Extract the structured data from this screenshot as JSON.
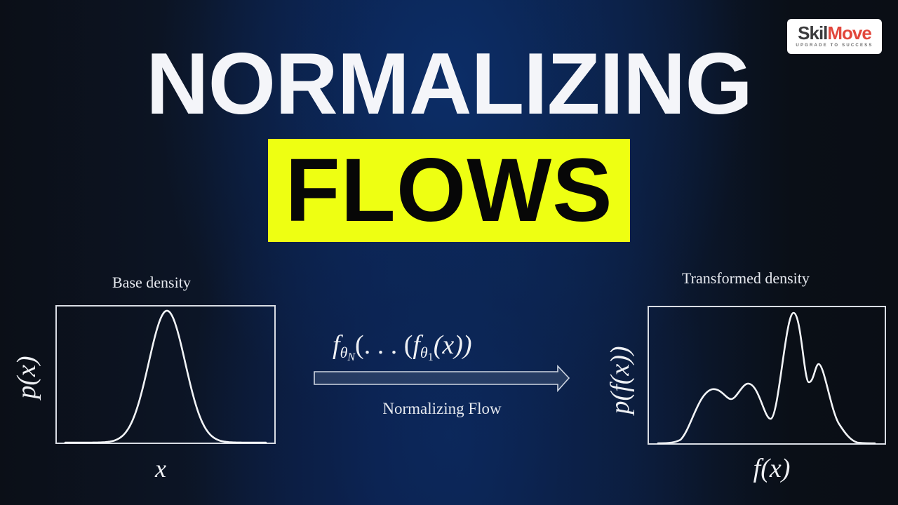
{
  "title": {
    "line1": "NORMALIZING",
    "line2": "FLOWS",
    "line2_highlight_color": "#eeff12",
    "line1_color": "#f4f5f9",
    "line2_color": "#070707"
  },
  "logo": {
    "brand_part1": "Skil",
    "brand_part2": "Move",
    "tagline": "UPGRADE TO SUCCESS",
    "part1_color": "#3b3b3d",
    "part2_color": "#e2473c"
  },
  "diagram": {
    "transform_formula": "f_{θ_N}(…(f_{θ_1}(x))",
    "formula_display": {
      "f": "f",
      "sub_N": "θ",
      "sub_N_sub": "N",
      "mid": "(. . . (",
      "f2": "f",
      "sub_1": "θ",
      "sub_1_sub": "1",
      "tail": "(x))"
    },
    "arrow_label": "Normalizing Flow",
    "arrow_direction": "right"
  },
  "chart_data": [
    {
      "type": "line",
      "title": "Base density",
      "xlabel": "x",
      "ylabel": "p(x)",
      "grid": false,
      "legend": null,
      "description": "Unimodal Gaussian bell curve centered in the plot",
      "x": [
        -4,
        -3,
        -2,
        -1.5,
        -1,
        -0.5,
        0,
        0.5,
        1,
        1.5,
        2,
        3,
        4
      ],
      "values": [
        0.0003,
        0.011,
        0.135,
        0.325,
        0.607,
        0.882,
        1.0,
        0.882,
        0.607,
        0.325,
        0.135,
        0.011,
        0.0003
      ],
      "ylim": [
        0,
        1.05
      ]
    },
    {
      "type": "line",
      "title": "Transformed density",
      "xlabel": "f(x)",
      "ylabel": "p(f(x))",
      "grid": false,
      "legend": null,
      "description": "Multimodal density with four peaks; tallest peak right of center",
      "x": [
        0.0,
        0.1,
        0.24,
        0.32,
        0.4,
        0.5,
        0.6,
        0.67,
        0.71,
        0.8,
        0.88,
        1.0
      ],
      "values": [
        0.0,
        0.01,
        0.41,
        0.34,
        0.45,
        0.19,
        1.0,
        0.47,
        0.6,
        0.16,
        0.01,
        0.0
      ],
      "peaks": [
        {
          "x": 0.24,
          "y": 0.41
        },
        {
          "x": 0.4,
          "y": 0.45
        },
        {
          "x": 0.6,
          "y": 1.0
        },
        {
          "x": 0.71,
          "y": 0.6
        }
      ],
      "ylim": [
        0,
        1.05
      ]
    }
  ]
}
